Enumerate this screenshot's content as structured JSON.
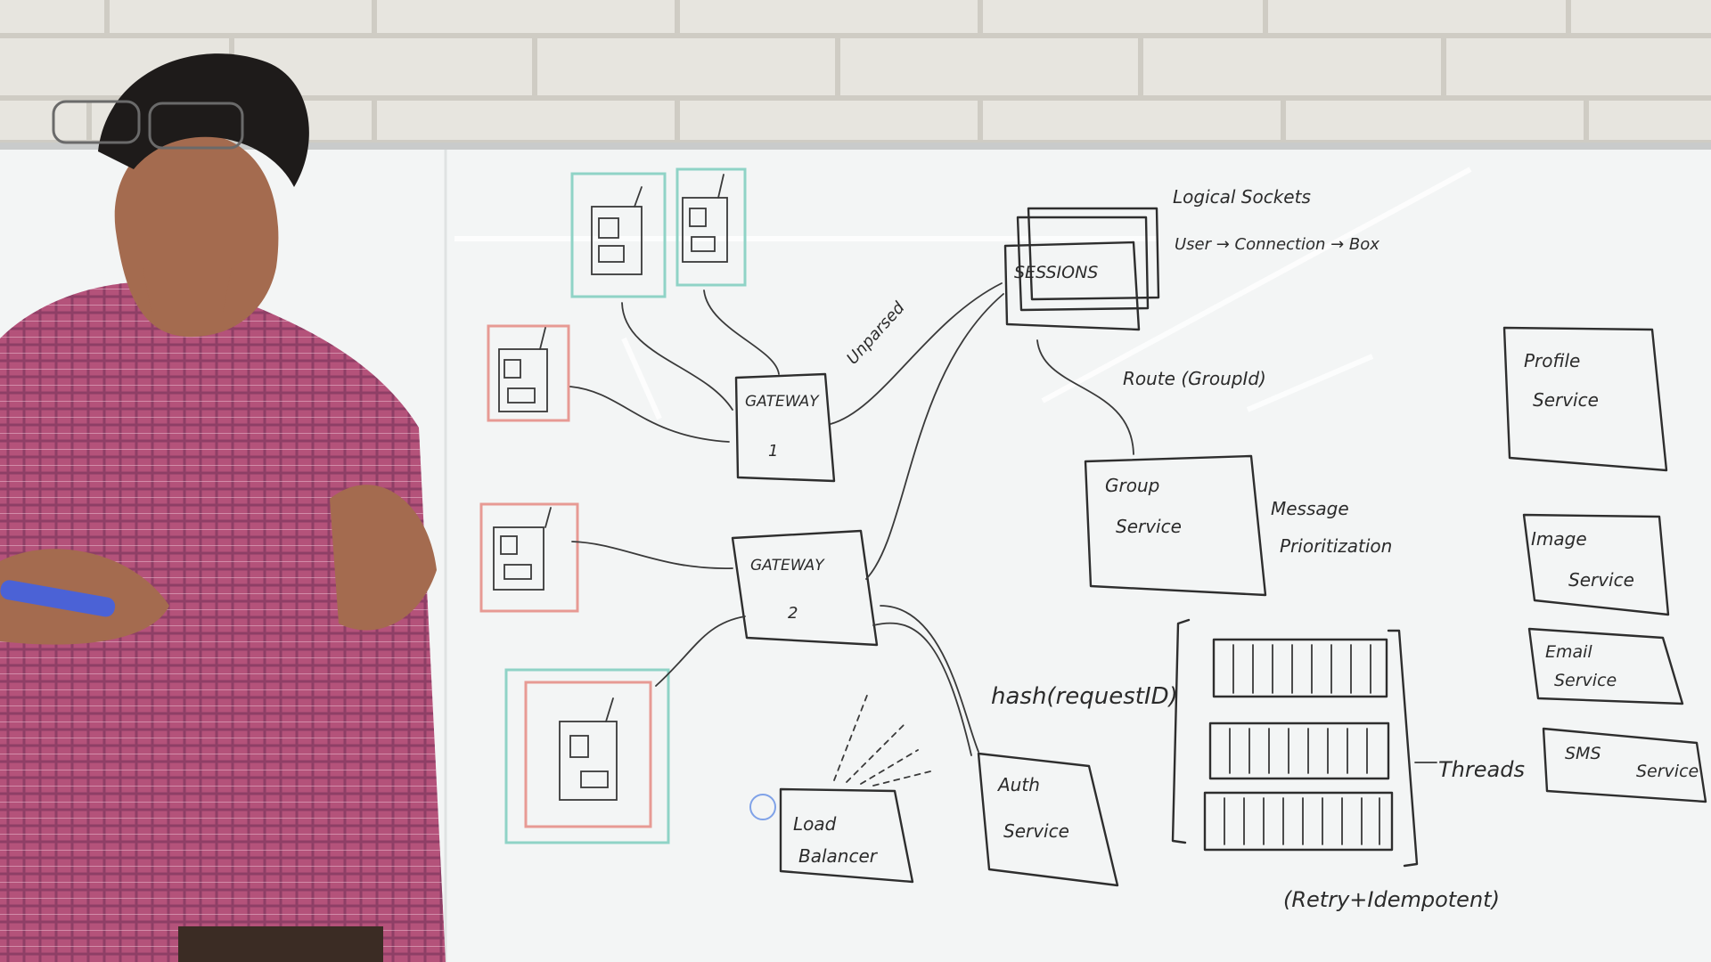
{
  "board": {
    "sessions": "SESSIONS",
    "logical_sockets": "Logical Sockets",
    "mapping": "User → Connection → Box",
    "gateway1": "GATEWAY",
    "gateway1_num": "1",
    "gateway2": "GATEWAY",
    "gateway2_num": "2",
    "unparsed": "Unparsed",
    "route": "Route (GroupId)",
    "group_service_line1": "Group",
    "group_service_line2": "Service",
    "message_prioritization_line1": "Message",
    "message_prioritization_line2": "Prioritization",
    "profile_service_line1": "Profile",
    "profile_service_line2": "Service",
    "image_service_line1": "Image",
    "image_service_line2": "Service",
    "email_service_line1": "Email",
    "email_service_line2": "Service",
    "sms_service_line1": "SMS",
    "sms_service_line2": "Service",
    "hash": "hash(requestID)",
    "threads": "Threads",
    "retry": "(Retry+Idempotent)",
    "auth_service_line1": "Auth",
    "auth_service_line2": "Service",
    "load_balancer_line1": "Load",
    "load_balancer_line2": "Balancer"
  },
  "colors": {
    "wall": "#e9e7e1",
    "whiteboard": "#f4f6f6",
    "ink": "#2e2e2e",
    "teal_marker": "#8fd3c6",
    "red_marker": "#e79a94",
    "shirt": "#b4527a",
    "skin": "#a46b4f"
  }
}
